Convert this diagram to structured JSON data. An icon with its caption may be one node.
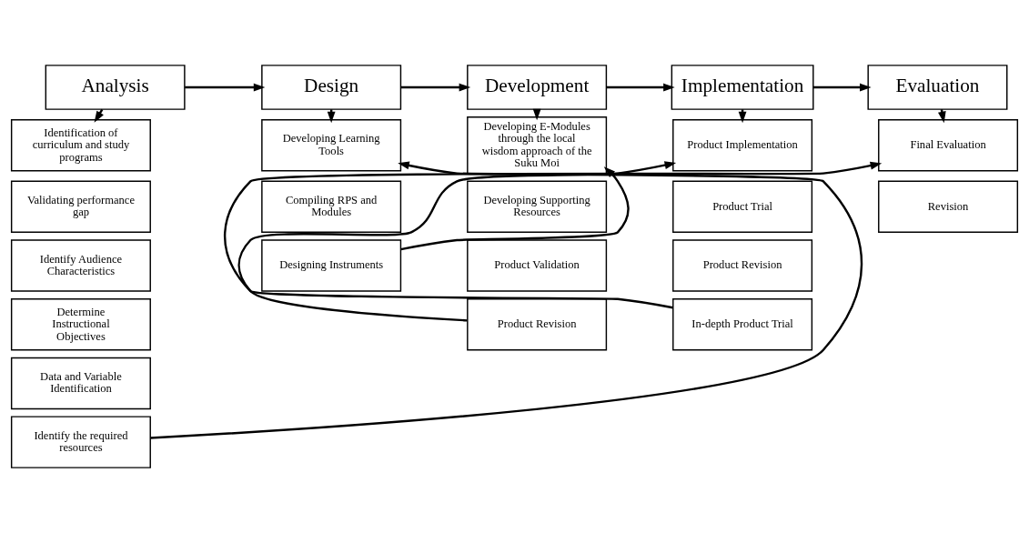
{
  "diagram": {
    "nodes": [
      {
        "text": [
          "Analysis"
        ]
      },
      {
        "text": [
          "Design"
        ]
      },
      {
        "text": [
          "Development"
        ]
      },
      {
        "text": [
          "Implementation"
        ]
      },
      {
        "text": [
          "Evaluation"
        ]
      },
      {
        "text": [
          "Identification of curriculum and study programs"
        ]
      },
      {
        "text": [
          "Validating performance gap"
        ]
      },
      {
        "text": [
          "Identify Audience Characteristics"
        ]
      },
      {
        "text": [
          "Determine Instructional Objectives"
        ]
      },
      {
        "text": [
          "Data and Variable Identification"
        ]
      },
      {
        "text": [
          "Identify the required resources"
        ]
      },
      {
        "text": [
          "Developing Learning Tools"
        ]
      },
      {
        "text": [
          "Compiling RPS and Modules"
        ]
      },
      {
        "text": [
          "Designing Instruments"
        ]
      },
      {
        "text": [
          "Developing E-Modules through the local wisdom approach of the Suku Moi"
        ]
      },
      {
        "text": [
          "Developing Supporting Resources"
        ]
      },
      {
        "text": [
          "Product Validation"
        ]
      },
      {
        "text": [
          "Product Revision"
        ]
      },
      {
        "text": [
          "Product Implementation"
        ]
      },
      {
        "text": [
          "Product Trial"
        ]
      },
      {
        "text": [
          "Product Revision"
        ]
      },
      {
        "text": [
          "In-depth Product Trial"
        ]
      },
      {
        "text": [
          "Final Evaluation"
        ]
      },
      {
        "text": [
          "Revision"
        ]
      }
    ],
    "edges": [
      {
        "from": 0,
        "to": 1,
        "arrow": "to"
      },
      {
        "from": 1,
        "to": 2,
        "arrow": "to"
      },
      {
        "from": 2,
        "to": 3,
        "arrow": "to"
      },
      {
        "from": 3,
        "to": 4,
        "arrow": "to"
      },
      {
        "from": 0,
        "to": 5,
        "arrow": "to"
      },
      {
        "from": 1,
        "to": 11,
        "arrow": "to"
      },
      {
        "from": 2,
        "to": 14,
        "arrow": "to"
      },
      {
        "from": 3,
        "to": 18,
        "arrow": "to"
      },
      {
        "from": 4,
        "to": 22,
        "arrow": "to"
      },
      {
        "from": 10,
        "to": 11,
        "arrow": "to"
      },
      {
        "from": 13,
        "to": 14,
        "arrow": "to"
      },
      {
        "from": 17,
        "to": 18,
        "arrow": "to"
      },
      {
        "from": 21,
        "to": 22,
        "arrow": "to"
      }
    ]
  }
}
